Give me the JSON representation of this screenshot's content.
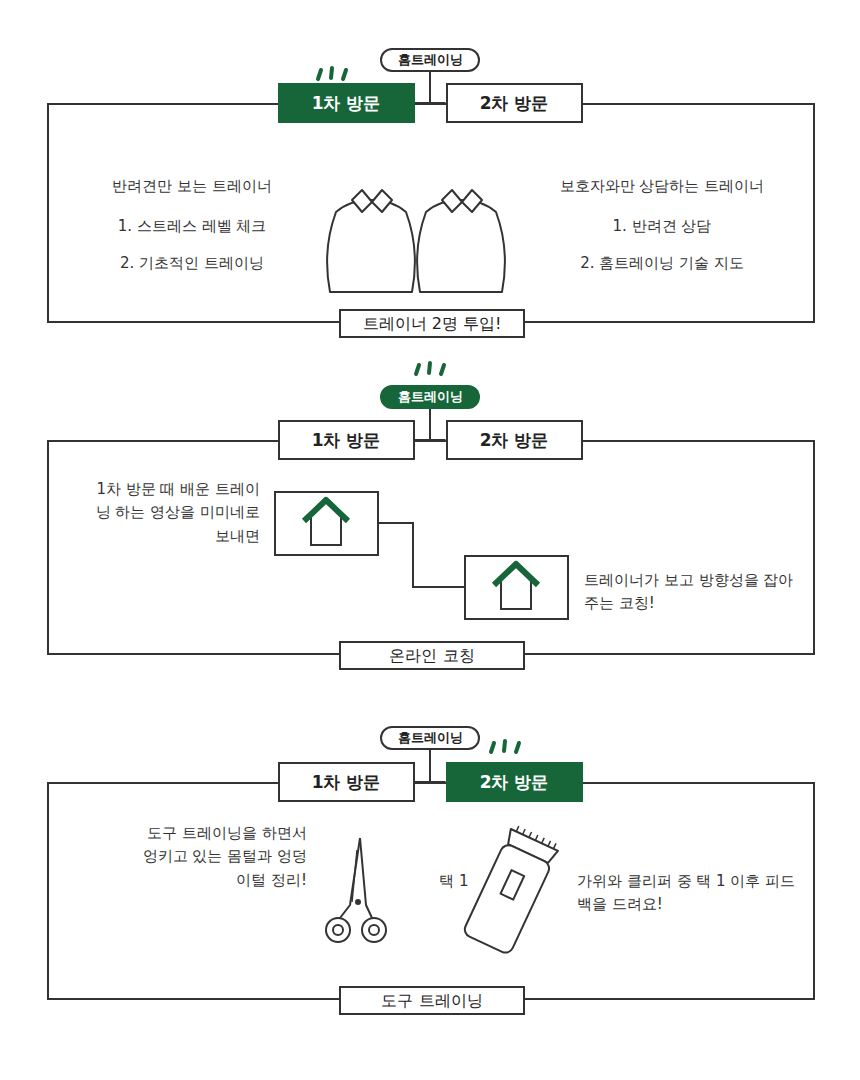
{
  "diagram": {
    "nodes": [
      {
        "text": [
          "홈트레이닝"
        ]
      },
      {
        "text": [
          "1차 방문"
        ]
      },
      {
        "text": [
          "2차 방문"
        ]
      },
      {
        "text": [
          "반려견만 보는 트레이너",
          "1. 스트레스 레벨 체크",
          "2. 기초적인 트레이닝",
          "보호자와만 상담하는 트레이너",
          "1. 반려견 상담",
          "2. 홈트레이닝 기술 지도"
        ]
      },
      {
        "text": [
          "트레이너 2명 투입!"
        ],
        "in": 3
      },
      {
        "text": [
          "홈트레이닝"
        ]
      },
      {
        "text": [
          "1차 방문"
        ]
      },
      {
        "text": [
          "2차 방문"
        ]
      },
      {
        "text": [
          "1차 방문 때 배운 트레이닝 하는 영상을 미미네로 보내면",
          "트레이너가 보고 방향성을 잡아 주는 코칭!"
        ]
      },
      {
        "text": [
          "온라인 코칭"
        ],
        "in": 8
      },
      {
        "text": [
          "홈트레이닝"
        ]
      },
      {
        "text": [
          "1차 방문"
        ]
      },
      {
        "text": [
          "2차 방문"
        ]
      },
      {
        "text": [
          "도구 트레이닝을 하면서 엉키고 있는 몸털과 엉덩이털 정리!",
          "택 1",
          "가위와 클리퍼 중 택 1 이후 피드백을 드려요!"
        ]
      },
      {
        "text": [
          "도구 트레이닝"
        ],
        "in": 13
      }
    ],
    "edges": [
      {
        "from": 0,
        "to": 1,
        "arrow": "none"
      },
      {
        "from": 0,
        "to": 2,
        "arrow": "none"
      },
      {
        "from": 5,
        "to": 6,
        "arrow": "none"
      },
      {
        "from": 5,
        "to": 7,
        "arrow": "none"
      },
      {
        "from": 10,
        "to": 11,
        "arrow": "none"
      },
      {
        "from": 10,
        "to": 12,
        "arrow": "none"
      }
    ]
  }
}
